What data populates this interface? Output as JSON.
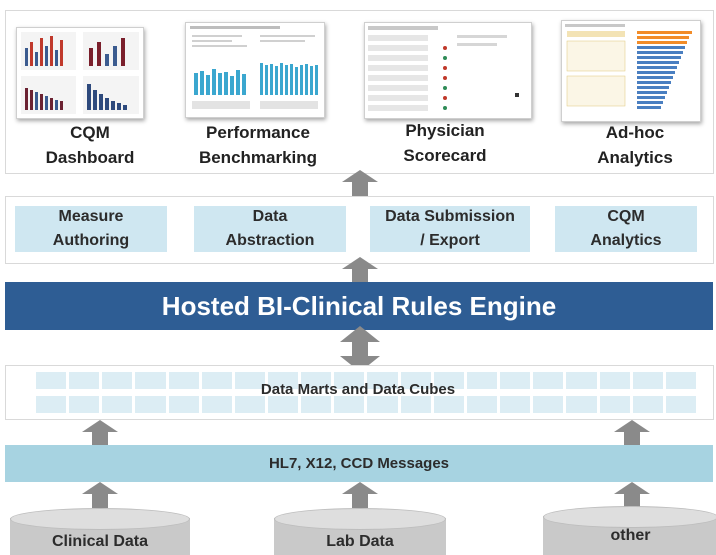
{
  "apps": [
    {
      "label": "CQM\nDashboard"
    },
    {
      "label": "Performance\nBenchmarking"
    },
    {
      "label": "Physician\nScorecard"
    },
    {
      "label": "Ad-hoc\nAnalytics"
    }
  ],
  "functions": [
    {
      "label": "Measure\nAuthoring"
    },
    {
      "label": "Data\nAbstraction"
    },
    {
      "label": "Data Submission\n/ Export"
    },
    {
      "label": "CQM\nAnalytics"
    }
  ],
  "engine": {
    "label": "Hosted BI-Clinical Rules Engine"
  },
  "marts": {
    "label": "Data Marts and Data Cubes"
  },
  "messages": {
    "label": "HL7, X12, CCD Messages"
  },
  "sources": [
    {
      "label": "Clinical Data"
    },
    {
      "label": "Lab Data"
    },
    {
      "label": "other"
    }
  ],
  "colors": {
    "engine": "#2e5d94",
    "tile": "#cfe7f1",
    "messages": "#a7d3e1",
    "arrow": "#8a8a8a",
    "database": "#c9c9c9"
  }
}
